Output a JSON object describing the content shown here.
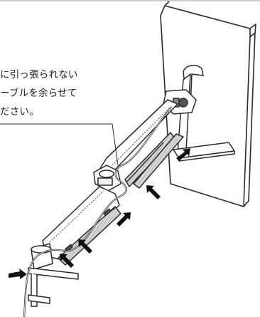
{
  "callout": {
    "lines": [
      "に引っ張られない",
      "ーブルを余らせて",
      "ださい。"
    ]
  },
  "figure": {
    "subject": "monitor-arm-cable-routing",
    "arrow_count": 7,
    "colors": {
      "line": "#2a2a2a",
      "shade": "#cfcfcf",
      "background": "#ffffff"
    }
  }
}
